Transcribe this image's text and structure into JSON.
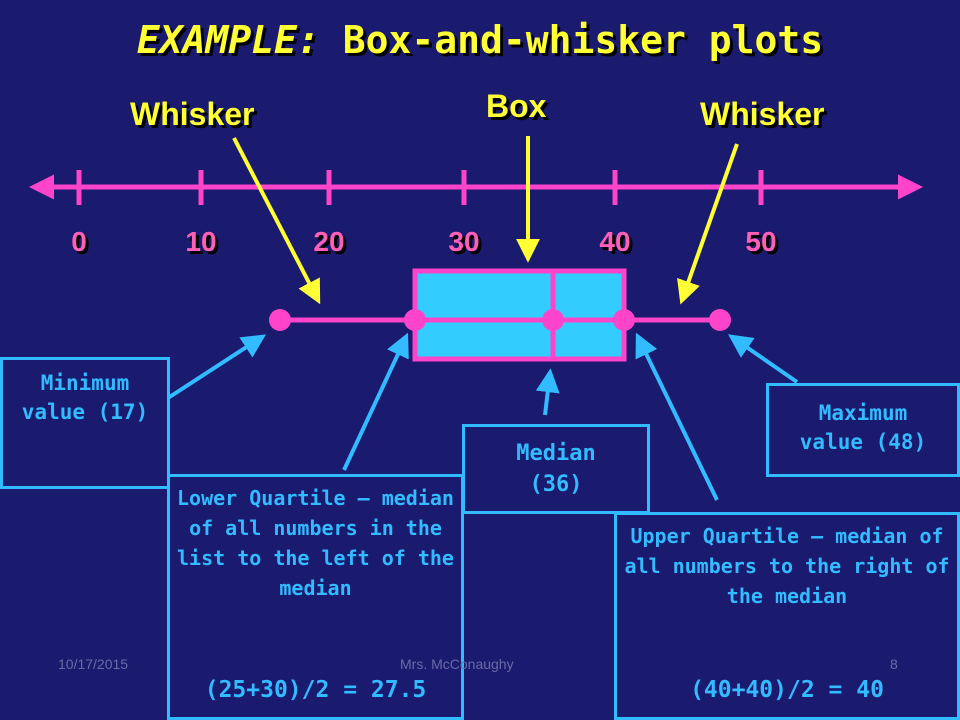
{
  "title": {
    "prefix": "EXAMPLE:",
    "text": "Box-and-whisker plots"
  },
  "labels": {
    "whisker_left": "Whisker",
    "box": "Box",
    "whisker_right": "Whisker"
  },
  "axis": {
    "ticks": [
      "0",
      "10",
      "20",
      "30",
      "40",
      "50"
    ]
  },
  "plot": {
    "minimum": 17,
    "lower_quartile": 27.5,
    "median": 36,
    "upper_quartile": 40,
    "maximum": 48
  },
  "callouts": {
    "minimum": "Minimum value (17)",
    "maximum": "Maximum value (48)",
    "median": "Median (36)",
    "lower_quartile": "Lower Quartile – median of all numbers in the list to the left of the median",
    "lower_quartile_calc": "(25+30)/2 = 27.5",
    "upper_quartile": "Upper Quartile – median of all numbers to the right of the median",
    "upper_quartile_calc": "(40+40)/2 = 40"
  },
  "footer": {
    "date": "10/17/2015",
    "author": "Mrs. McConaughy",
    "page": "8"
  },
  "colors": {
    "background": "#1a1a6e",
    "title": "#ffff33",
    "axis": "#ff44cc",
    "box_fill": "#33ccff",
    "callout": "#33bbff"
  }
}
